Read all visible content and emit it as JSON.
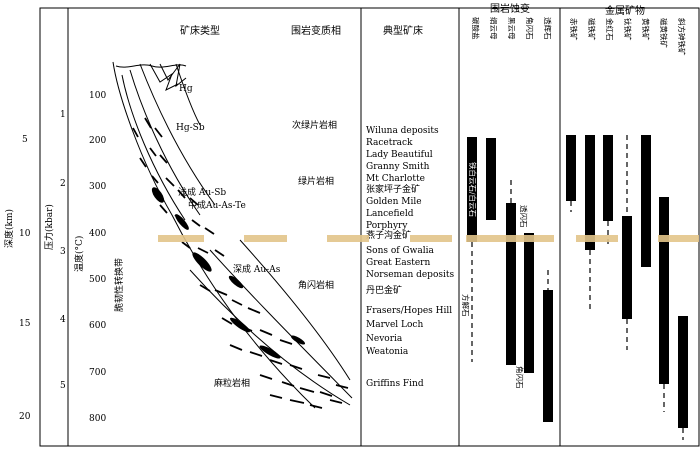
{
  "axes": {
    "depth_label": "深度(km)",
    "depth_ticks": [
      "5",
      "10",
      "15",
      "20"
    ],
    "pressure_label": "压力(kbar)",
    "pressure_ticks": [
      "1",
      "2",
      "3",
      "4",
      "5"
    ],
    "temp_label": "温度(°C)",
    "temp_ticks": [
      "100",
      "200",
      "300",
      "400",
      "500",
      "600",
      "700",
      "800"
    ],
    "transition_label": "脆韧性转换带"
  },
  "headers": {
    "deposit_type": "矿床类型",
    "metamorphic_facies": "围岩变质相",
    "typical_deposits": "典型矿床",
    "alteration": "围岩蚀变",
    "metal_minerals": "金属矿物"
  },
  "deposit_types": [
    "Hg",
    "Hg-Sb",
    "浅成 Au-Sb",
    "中成Au-As-Te",
    "深成 Au-As",
    "麻粒岩相"
  ],
  "facies": [
    "次绿片岩相",
    "绿片岩相",
    "角闪岩相"
  ],
  "deposits": [
    "Wiluna deposits",
    "Racetrack",
    "Lady Beautiful",
    "Granny Smith",
    "Mt Charlotte",
    "张家坪子金矿",
    "Golden Mile",
    "Lancefield",
    "Porphyry",
    "燕子沟金矿",
    "Sons of Gwalia",
    "Great Eastern",
    "Norseman deposits",
    "丹巴金矿",
    "Frasers/Hopes Hill",
    "Marvel Loch",
    "Nevoria",
    "Weatonia",
    "Griffins Find"
  ],
  "alteration_columns": [
    "碳酸盐",
    "绢云母",
    "黑云母",
    "角闪石",
    "透辉石"
  ],
  "alteration_inline": [
    "铁白云石/白云石",
    "透闪石",
    "方解石",
    "角闪石"
  ],
  "metal_columns": [
    "赤铁矿",
    "磁铁矿",
    "金红石",
    "钛铁矿",
    "黄铁矿",
    "磁黄铁矿",
    "斜方砷铁矿"
  ],
  "colors": {
    "band": "#e3c58a",
    "bar": "#000000"
  }
}
